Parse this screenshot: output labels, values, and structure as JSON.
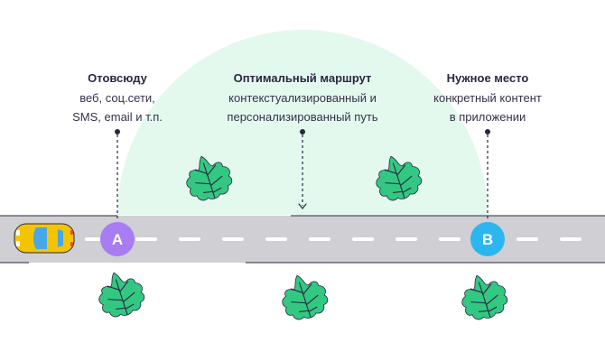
{
  "callouts": {
    "a": {
      "title": "Отовсюду",
      "lines": [
        "веб, соц.сети,",
        "SMS, email и т.п."
      ]
    },
    "middle": {
      "title": "Оптимальный маршрут",
      "lines": [
        "контекстуализированный и",
        "персонализированный путь"
      ]
    },
    "b": {
      "title": "Нужное место",
      "lines": [
        "конкретный контент",
        "в приложении"
      ]
    }
  },
  "markers": {
    "a": "A",
    "b": "B"
  },
  "colors": {
    "dome": "#e3f9ee",
    "road": "#cfcfd4",
    "road_dash": "#ffffff",
    "marker_a": "#a87cf2",
    "marker_b": "#2bb6f0",
    "car_body": "#f5c400",
    "car_window": "#4aa7e6",
    "bush": "#33c882",
    "bush_vein": "#2a2740",
    "text": "#2a2740"
  },
  "icons": [
    "car-icon",
    "bush-icon"
  ]
}
